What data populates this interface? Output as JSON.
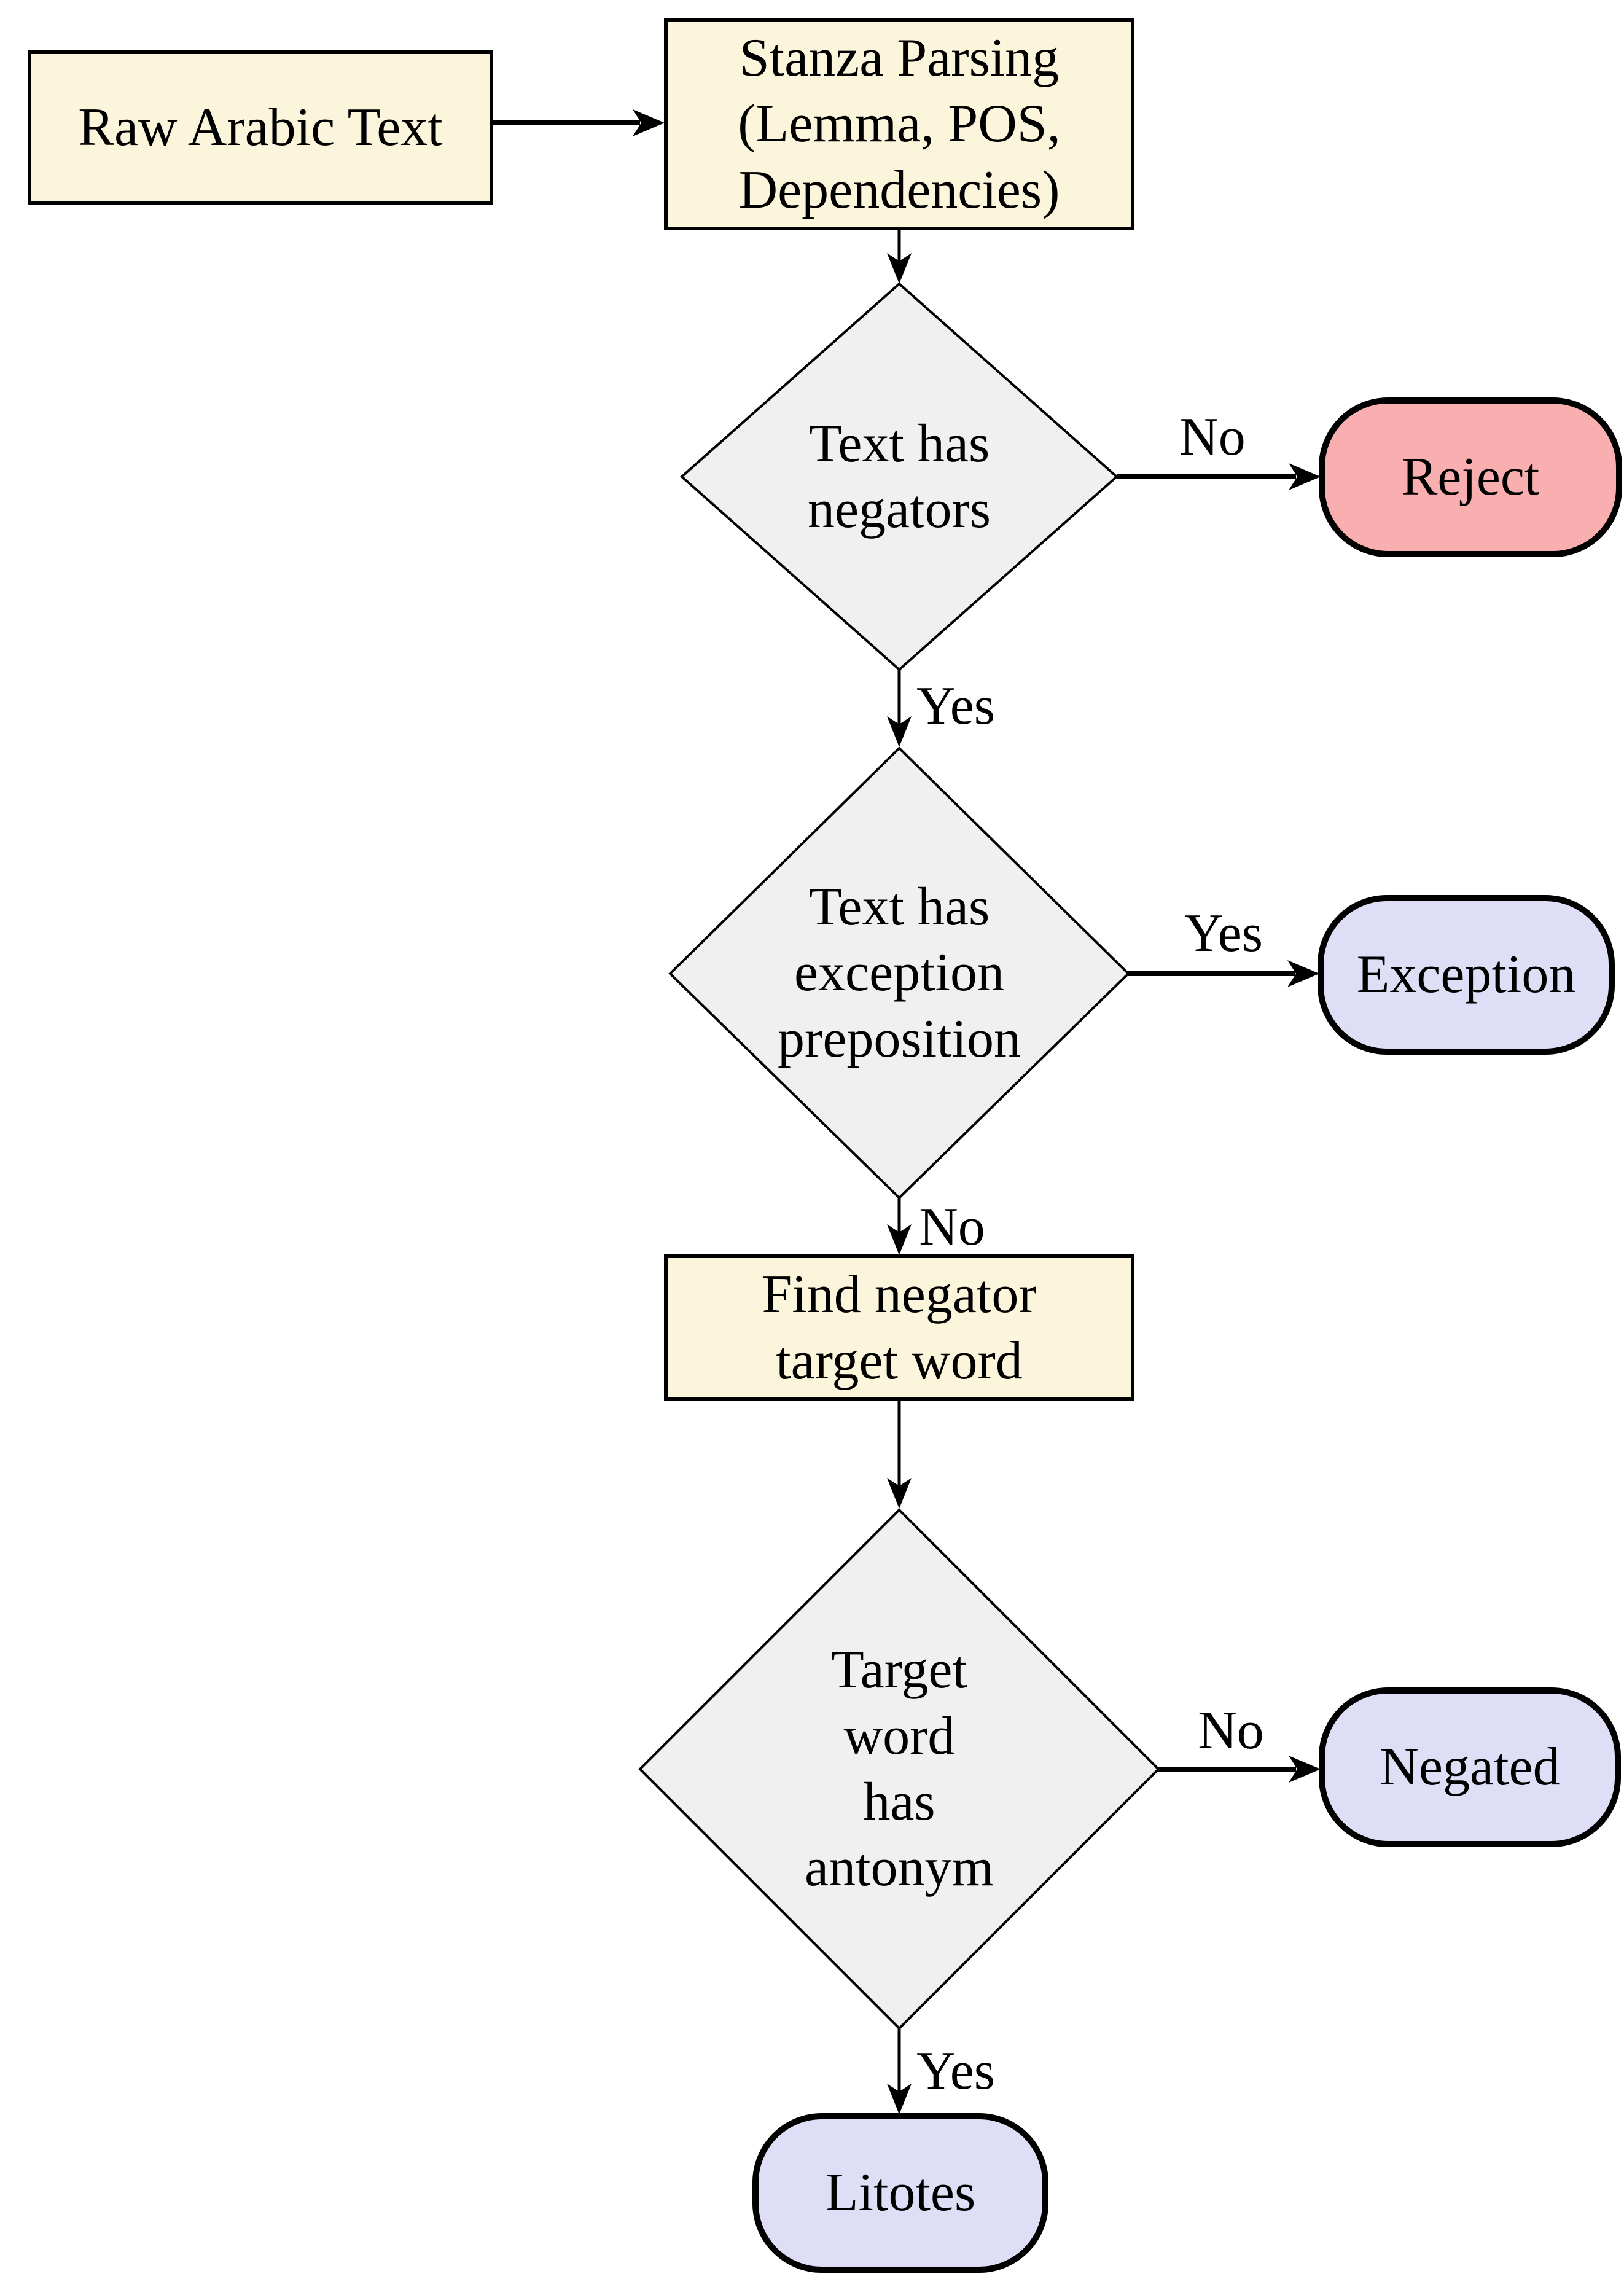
{
  "figure": {
    "type": "flowchart",
    "background": "#FFFFFF",
    "colors": {
      "process_fill": "#FBF5DC",
      "decision_fill": "#F0F0F0",
      "reject_fill": "#F9AFAF",
      "result_fill": "#DEDEF6",
      "stroke": "#000000"
    },
    "nodes": {
      "raw_text": {
        "label": "Raw Arabic Text",
        "shape": "rectangle"
      },
      "stanza": {
        "label": "Stanza Parsing\n(Lemma, POS,\nDependencies)",
        "shape": "rectangle"
      },
      "has_negators": {
        "label": "Text has\nnegators",
        "shape": "diamond"
      },
      "reject": {
        "label": "Reject",
        "shape": "rounded"
      },
      "has_exception_preposition": {
        "label": "Text has\nexception\npreposition",
        "shape": "diamond"
      },
      "exception": {
        "label": "Exception",
        "shape": "rounded"
      },
      "find_target": {
        "label": "Find negator\ntarget word",
        "shape": "rectangle"
      },
      "target_has_antonym": {
        "label": "Target\nword\nhas\nantonym",
        "shape": "diamond"
      },
      "negated": {
        "label": "Negated",
        "shape": "rounded"
      },
      "litotes": {
        "label": "Litotes",
        "shape": "rounded"
      }
    },
    "edge_labels": {
      "negators_no": "No",
      "negators_yes": "Yes",
      "exception_yes": "Yes",
      "exception_no": "No",
      "antonym_no": "No",
      "antonym_yes": "Yes"
    }
  }
}
